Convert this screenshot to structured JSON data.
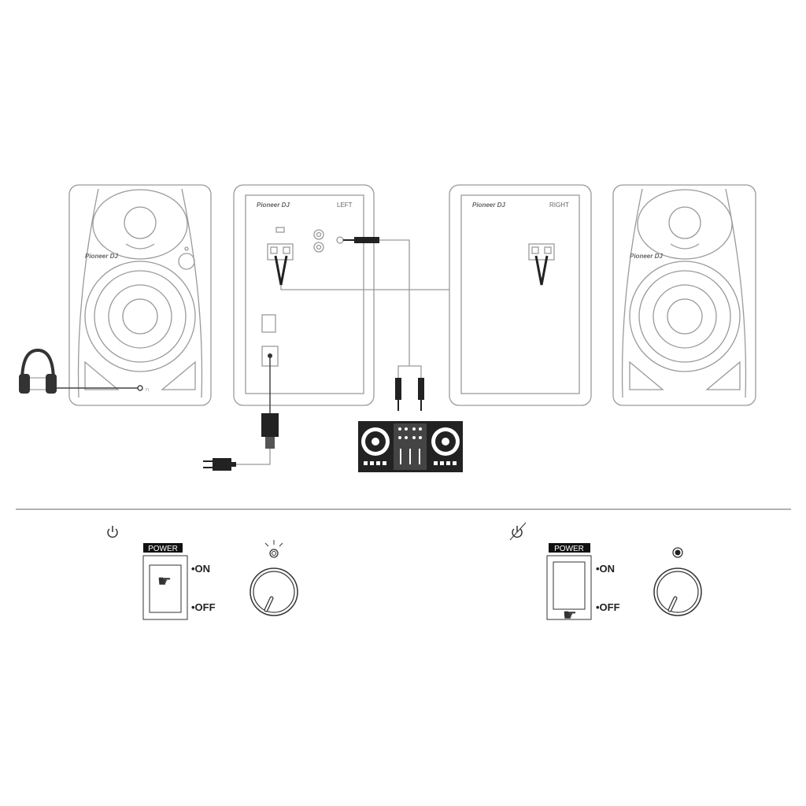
{
  "speakers": {
    "brand_logo": "Pioneer DJ",
    "left_label": "LEFT",
    "right_label": "RIGHT"
  },
  "power_states": [
    {
      "state": "on",
      "icon": "power-icon",
      "switch_label": "POWER",
      "on_label": "•ON",
      "off_label": "•OFF",
      "led": "lit"
    },
    {
      "state": "off",
      "icon": "power-off-icon",
      "switch_label": "POWER",
      "on_label": "•ON",
      "off_label": "•OFF",
      "led": "dark"
    }
  ],
  "colors": {
    "line": "#9a9a9a",
    "dark": "#222222"
  }
}
